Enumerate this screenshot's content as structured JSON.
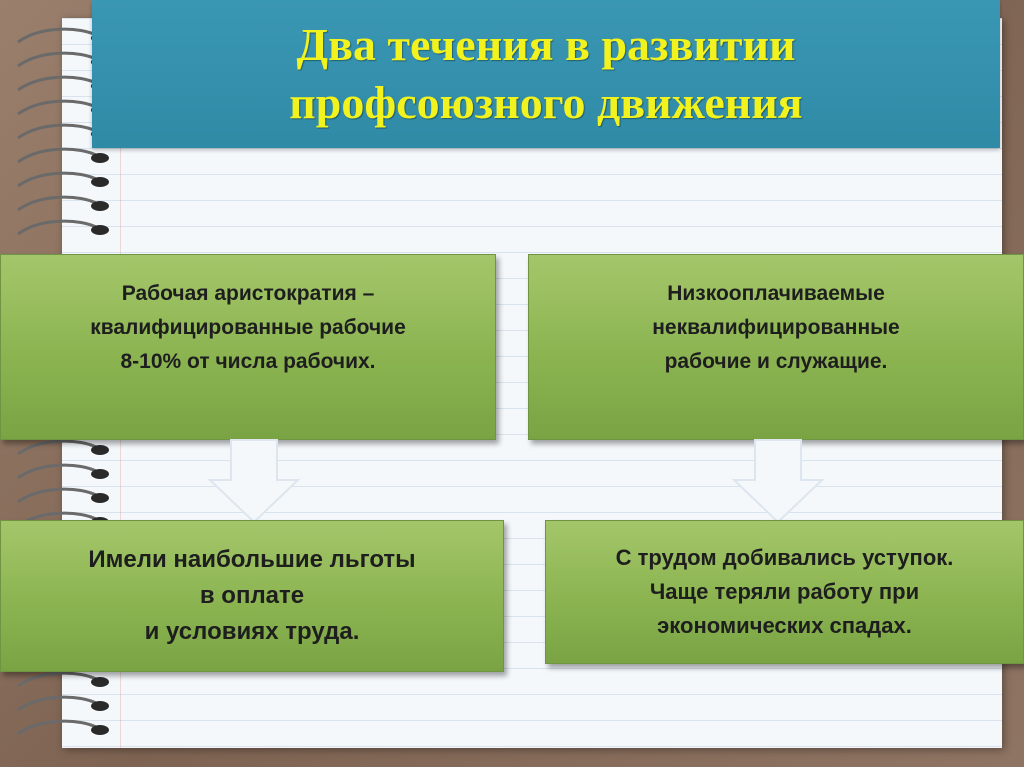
{
  "title": {
    "line1": "Два течения в развитии",
    "line2": "профсоюзного движения"
  },
  "left_top": {
    "line1": "Рабочая аристократия –",
    "line2": "квалифицированные рабочие",
    "line3": "8-10% от числа рабочих."
  },
  "right_top": {
    "line1": "Низкооплачиваемые",
    "line2": "неквалифицированные",
    "line3": "рабочие и служащие."
  },
  "left_bottom": {
    "line1": "Имели наибольшие льготы",
    "line2": "в оплате",
    "line3": "и условиях труда."
  },
  "right_bottom": {
    "line1": "С трудом добивались уступок.",
    "line2": "Чаще теряли работу  при",
    "line3": "экономических спадах."
  },
  "colors": {
    "header_bg": "#3a97b3",
    "title_text": "#f2f21e",
    "box_green": "#8bb451",
    "frame_brown": "#8a7060"
  }
}
